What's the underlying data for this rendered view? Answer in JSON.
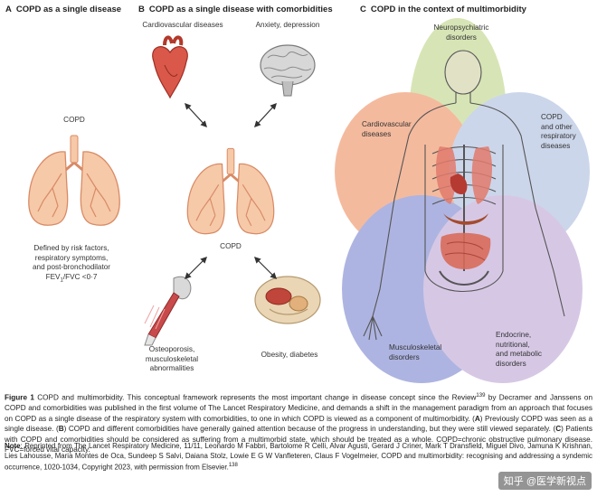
{
  "panels": {
    "a": {
      "letter": "A",
      "title": "COPD as a single disease",
      "lungs_label": "COPD",
      "definition_line1": "Defined by risk factors,",
      "definition_line2": "respiratory symptoms,",
      "definition_line3": "and post-bronchodilator",
      "definition_fev": "FEV",
      "definition_fev_sub": "1",
      "definition_rest": "/FVC <0·7"
    },
    "b": {
      "letter": "B",
      "title": "COPD as a single disease with comorbidities",
      "cardio": "Cardiovascular diseases",
      "anxiety": "Anxiety, depression",
      "copd": "COPD",
      "osteo_line1": "Osteoporosis,",
      "osteo_line2": "musculoskeletal",
      "osteo_line3": "abnormalities",
      "obesity": "Obesity, diabetes"
    },
    "c": {
      "letter": "C",
      "title": "COPD in the context of multimorbidity",
      "neuro_line1": "Neuropsychiatric",
      "neuro_line2": "disorders",
      "cardio_line1": "Cardiovascular",
      "cardio_line2": "diseases",
      "copd_line1": "COPD",
      "copd_line2": "and other",
      "copd_line3": "respiratory",
      "copd_line4": "diseases",
      "musculo_line1": "Musculoskeletal",
      "musculo_line2": "disorders",
      "endo_line1": "Endocrine,",
      "endo_line2": "nutritional,",
      "endo_line3": "and metabolic",
      "endo_line4": "disorders"
    }
  },
  "caption": {
    "figure_label": "Figure 1",
    "figure_title": " COPD and multimorbidity.",
    "body_1": " This conceptual framework represents the most important change in disease concept since the Review",
    "ref_1": "139",
    "body_2": " by Decramer and Janssens on COPD and comorbidities was published in the first volume of The Lancet Respiratory Medicine, and demands a shift in the management paradigm from an approach that focuses on COPD as a single disease of the respiratory system with comorbidities, to one in which COPD is viewed as a component of multimorbidity. (",
    "letter_a": "A",
    "body_3": ") Previously COPD was seen as a single disease. (",
    "letter_b": "B",
    "body_4": ") COPD and different comorbidities have generally gained attention because of the progress in understanding, but they were still viewed separately. (",
    "letter_c": "C",
    "body_5": ") Patients with COPD and comorbidities should be considered as suffering from a multimorbid state, which should be treated as a whole. COPD=chronic obstructive pulmonary disease. FVC=forced vital capacity."
  },
  "note": {
    "label": "Note",
    "text": ": Reprinted from The Lancet Respiratory Medicine, 11/11, Leonardo M Fabbri, Bartolome R Celli, Alvar Agusti, Gerard J Criner, Mark T Dransfield, Miguel Divo, Jamuna K Krishnan, Lies Lahousse, Maria Montes de Oca, Sundeep S Salvi, Daiana Stolz, Lowie E G W Vanfleteren, Claus F Vogelmeier, COPD and multimorbidity: recognising and addressing a syndemic occurrence, 1020-1034, Copyright 2023, with permission from Elsevier.",
    "ref": "138"
  },
  "watermark": "知乎 @医学新视点",
  "colors": {
    "neuro": "#c9dc9a",
    "cardio": "#f0a07a",
    "copd": "#b9c7e3",
    "musculo": "#8f98d6",
    "endo": "#c7b4dc",
    "lung": "#f6c9a8",
    "lung_stroke": "#d88a65",
    "arrow": "#333333"
  }
}
